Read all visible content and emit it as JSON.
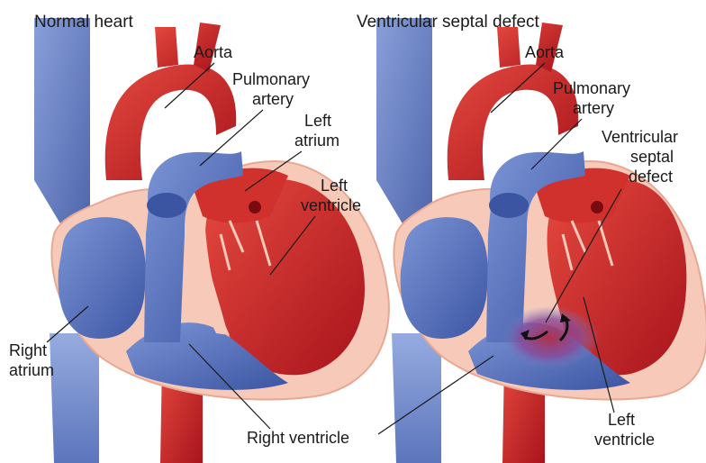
{
  "panels": {
    "normal": {
      "title": "Normal heart",
      "labels": {
        "aorta": "Aorta",
        "pulmonary_artery_1": "Pulmonary",
        "pulmonary_artery_2": "artery",
        "left_atrium_1": "Left",
        "left_atrium_2": "atrium",
        "left_ventricle_1": "Left",
        "left_ventricle_2": "ventricle",
        "right_atrium_1": "Right",
        "right_atrium_2": "atrium"
      }
    },
    "vsd": {
      "title": "Ventricular septal defect",
      "labels": {
        "aorta": "Aorta",
        "pulmonary_artery_1": "Pulmonary",
        "pulmonary_artery_2": "artery",
        "vsd_1": "Ventricular",
        "vsd_2": "septal",
        "vsd_3": "defect",
        "left_ventricle_1": "Left",
        "left_ventricle_2": "ventricle"
      }
    },
    "shared": {
      "right_ventricle": "Right ventricle"
    }
  },
  "colors": {
    "oxygenated": "#c8232b",
    "oxygenated_light": "#e2453f",
    "deoxygenated": "#4a68b8",
    "deoxygenated_light": "#6f8ad0",
    "tissue": "#f6c9b8",
    "tissue_dark": "#e8a893",
    "shunt": "#8a4a9a"
  }
}
